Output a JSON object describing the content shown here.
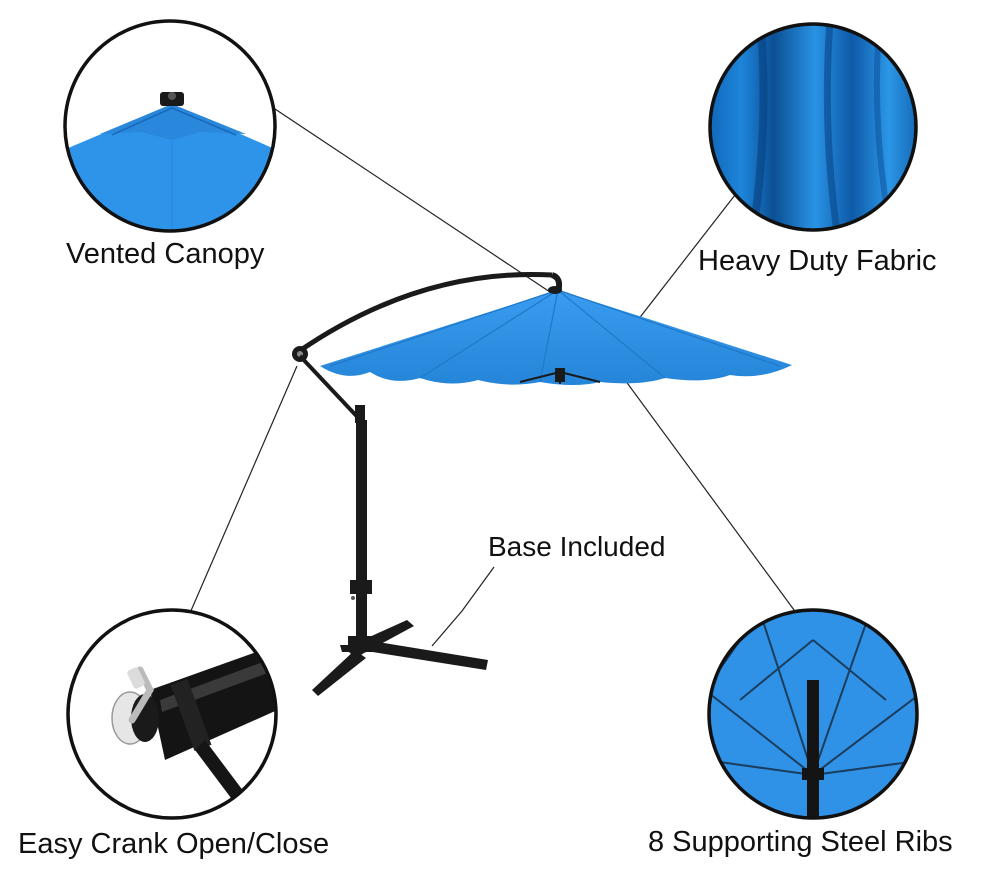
{
  "callouts": {
    "vented_canopy": "Vented Canopy",
    "heavy_duty_fabric": "Heavy Duty Fabric",
    "base_included": "Base Included",
    "easy_crank": "Easy Crank Open/Close",
    "steel_ribs": "8 Supporting Steel Ribs"
  },
  "colors": {
    "canopy_blue": "#2f8fe0",
    "canopy_dark": "#1c6fc4",
    "frame_black": "#1a1a1a",
    "text": "#111111"
  }
}
